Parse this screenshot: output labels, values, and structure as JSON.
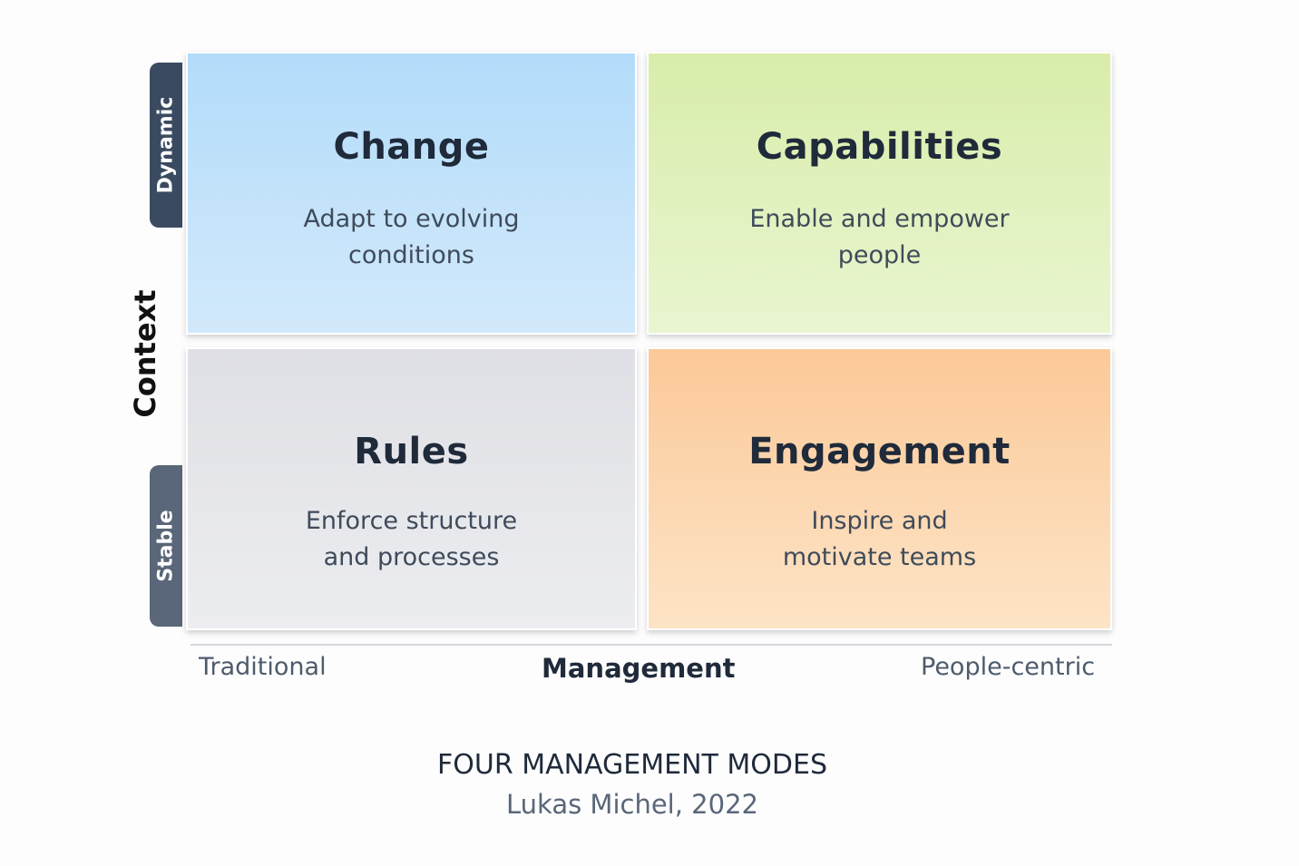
{
  "axes": {
    "y_label": "Context",
    "y_top": "Dynamic",
    "y_bottom": "Stable",
    "x_label": "Management",
    "x_left": "Traditional",
    "x_right": "People-centric"
  },
  "quadrants": [
    {
      "title": "Change",
      "line1": "Adapt to evolving",
      "line2": "conditions",
      "color": "#b3dcfa"
    },
    {
      "title": "Capabilities",
      "line1": "Enable and empower",
      "line2": "people",
      "color": "#d8edaa"
    },
    {
      "title": "Rules",
      "line1": "Enforce structure",
      "line2": "and processes",
      "color": "#dfe0e5"
    },
    {
      "title": "Engagement",
      "line1": "Inspire and",
      "line2": "motivate teams",
      "color": "#fcc999"
    }
  ],
  "caption": {
    "title": "FOUR MANAGEMENT MODES",
    "subtitle": "Lukas Michel, 2022"
  }
}
